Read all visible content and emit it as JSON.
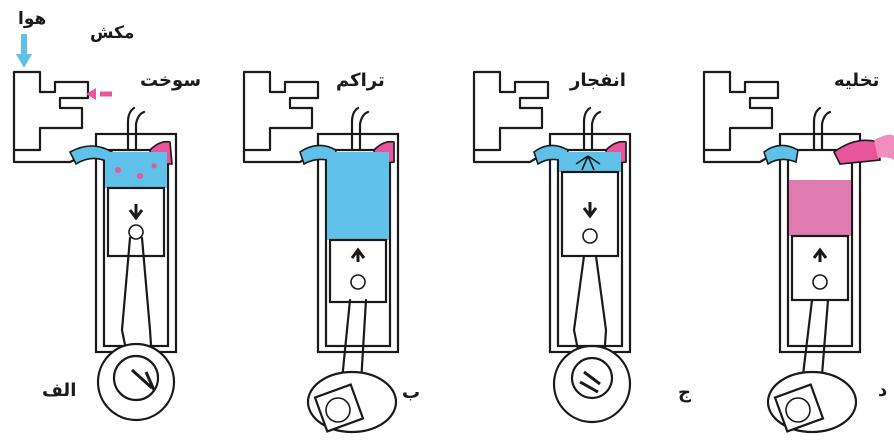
{
  "labels": {
    "air": "هوا",
    "intake": "مکش",
    "fuel": "سوخت",
    "compression": "تراکم",
    "power": "انفجار",
    "exhaust": "تخلیه",
    "stage_a": "الف",
    "stage_b": "ب",
    "stage_c": "ج",
    "stage_d": "د"
  },
  "colors": {
    "intake_blue": "#5fc1e8",
    "exhaust_pink": "#e8559a",
    "outline": "#1a1a1a"
  },
  "strokes": [
    {
      "id": "intake",
      "piston": "down",
      "chamber": "air-fuel mix"
    },
    {
      "id": "compression",
      "piston": "up",
      "chamber": "compressed mix"
    },
    {
      "id": "power",
      "piston": "down",
      "chamber": "ignition"
    },
    {
      "id": "exhaust",
      "piston": "up",
      "chamber": "exhaust gas"
    }
  ]
}
